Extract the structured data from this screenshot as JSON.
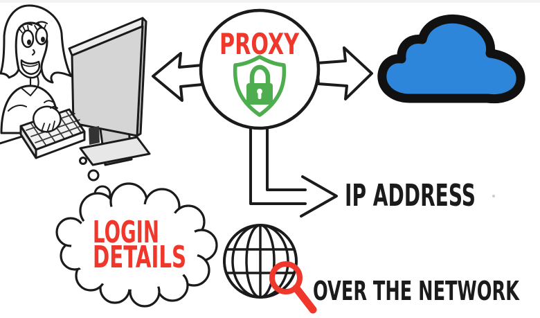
{
  "proxy_node": {
    "label": "PROXY"
  },
  "thought_bubble": {
    "line1": "LOGIN",
    "line2": "DETAILS"
  },
  "annotations": {
    "ip_address": "IP ADDRESS",
    "over_the_network": "OVER THE NETWORK"
  },
  "icons": {
    "shield_lock": "shield-lock-icon",
    "cloud": "cloud-icon",
    "globe": "globe-icon",
    "magnifier": "magnifier-icon",
    "woman_at_computer": "woman-at-computer-illustration",
    "thought_dots": "thought-dots"
  },
  "colors": {
    "red": "#f0372b",
    "green": "#4ead4e",
    "blue": "#2e86db",
    "ink": "#1b1b1b"
  }
}
